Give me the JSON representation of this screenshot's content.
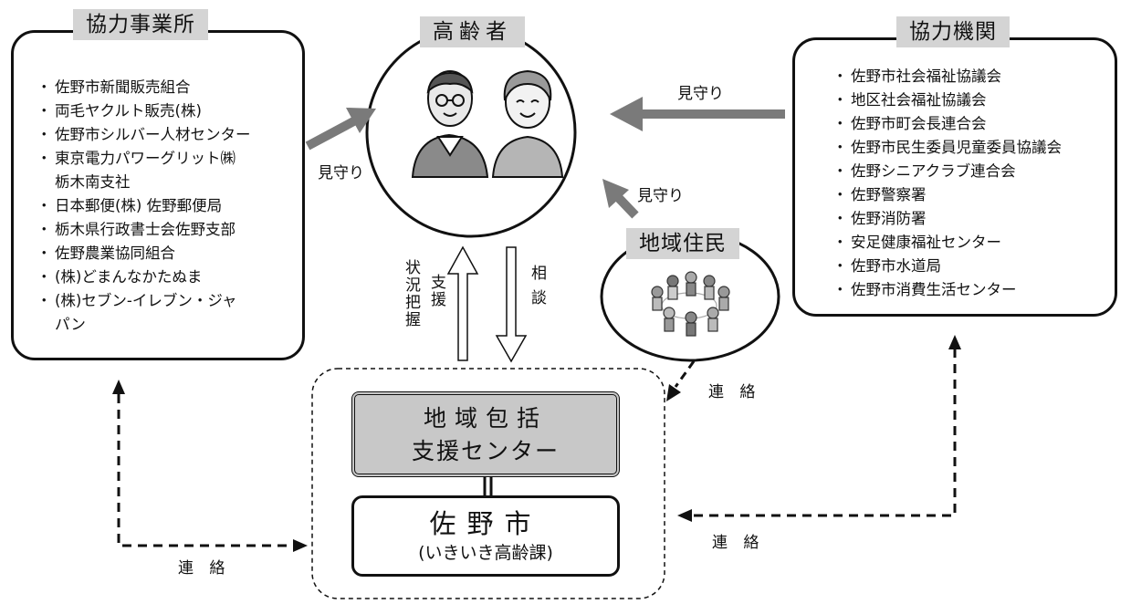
{
  "elderly": {
    "title": "高齢者"
  },
  "partners": {
    "title": "協力事業所",
    "items": [
      [
        "佐野市新聞販売組合"
      ],
      [
        "両毛ヤクルト販売(株)"
      ],
      [
        "佐野市シルバー人材センター"
      ],
      [
        "東京電力パワーグリット㈱",
        "栃木南支社"
      ],
      [
        "日本郵便(株) 佐野郵便局"
      ],
      [
        "栃木県行政書士会佐野支部"
      ],
      [
        "佐野農業協同組合"
      ],
      [
        "(株)どまんなかたぬま"
      ],
      [
        "(株)セブン-イレブン・ジャ",
        "パン"
      ]
    ]
  },
  "agencies": {
    "title": "協力機関",
    "items": [
      "佐野市社会福祉協議会",
      "地区社会福祉協議会",
      "佐野市町会長連合会",
      "佐野市民生委員児童委員協議会",
      "佐野シニアクラブ連合会",
      "佐野警察署",
      "佐野消防署",
      "安足健康福祉センター",
      "佐野市水道局",
      "佐野市消費生活センター"
    ]
  },
  "residents": {
    "title": "地域住民"
  },
  "center": {
    "line1": "地域包括",
    "line2": "支援センター"
  },
  "city": {
    "name": "佐野市",
    "dept": "(いきいき高齢課)"
  },
  "labels": {
    "watch_left": "見守り",
    "watch_right": "見守り",
    "watch_residents": "見守り",
    "situation": "状況把握",
    "support": "支援",
    "consult": "相談",
    "contact_residents": "連 絡",
    "contact_left": "連 絡",
    "contact_right": "連 絡"
  },
  "colors": {
    "tag_fill": "#d4d4d4",
    "center_fill": "#c8c8c8",
    "arrow_gray": "#7a7a7a"
  }
}
